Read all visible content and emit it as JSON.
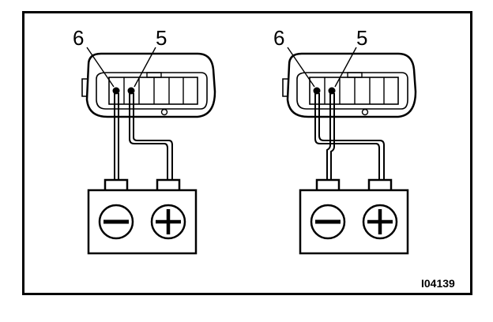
{
  "figure_id": "I04139",
  "callouts": {
    "terminal_6": "6",
    "terminal_5": "5"
  },
  "icons": {
    "negative_terminal": "minus-sign",
    "positive_terminal": "plus-sign"
  },
  "colors": {
    "line": "#000000",
    "background": "#ffffff"
  }
}
